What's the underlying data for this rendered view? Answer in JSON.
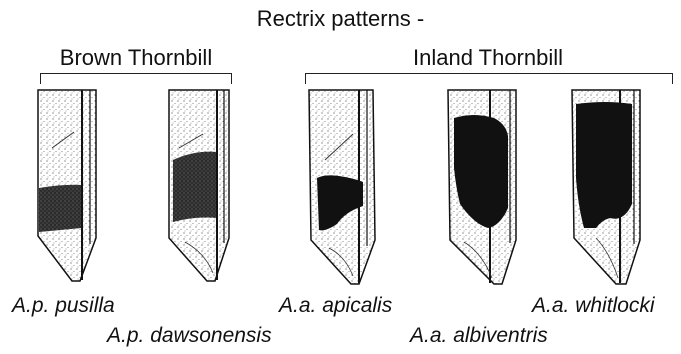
{
  "title": "Rectrix patterns -",
  "groups": {
    "brown": "Brown Thornbill",
    "inland": "Inland Thornbill"
  },
  "species": {
    "pusilla": "A.p. pusilla",
    "dawsonensis": "A.p. dawsonensis",
    "apicalis": "A.a. apicalis",
    "albiventris": "A.a. albiventris",
    "whitlocki": "A.a. whitlocki"
  },
  "colors": {
    "ink": "#111111",
    "stipple": "#555555",
    "background": "#ffffff"
  }
}
